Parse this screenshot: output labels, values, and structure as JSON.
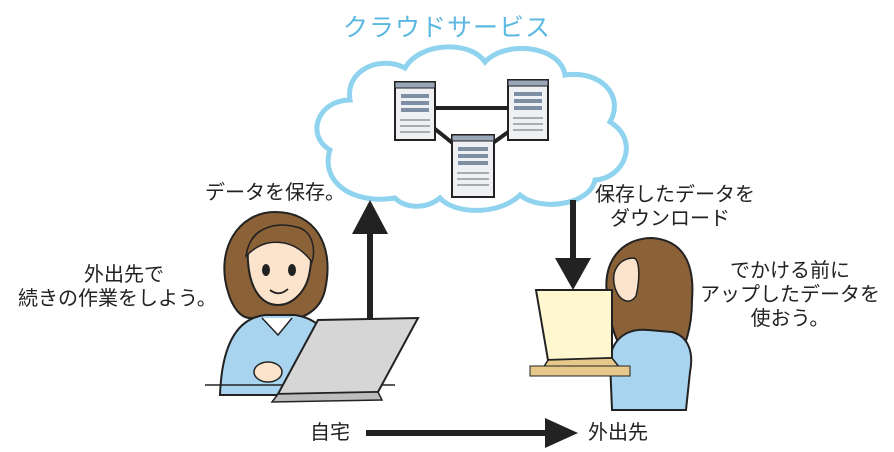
{
  "cloud": {
    "title": "クラウドサービス"
  },
  "labels": {
    "save_data": "データを保存。",
    "download_line1": "保存したデータを",
    "download_line2": "ダウンロード",
    "continue_line1": "外出先で",
    "continue_line2": "続きの作業をしよう。",
    "upload_line1": "でかける前に",
    "upload_line2": "アップしたデータを",
    "upload_line3": "使おう。",
    "home": "自宅",
    "outside": "外出先"
  },
  "colors": {
    "cloud_fill": "#ffffff",
    "cloud_stroke": "#8fd3ef",
    "cloud_title": "#5bb8e0",
    "arrow": "#222222",
    "shirt": "#a9d4ef",
    "hair": "#8b6137",
    "skin": "#fbe3cc",
    "laptop_grey": "#d6d6d6",
    "screen_cream": "#fff7cf"
  }
}
